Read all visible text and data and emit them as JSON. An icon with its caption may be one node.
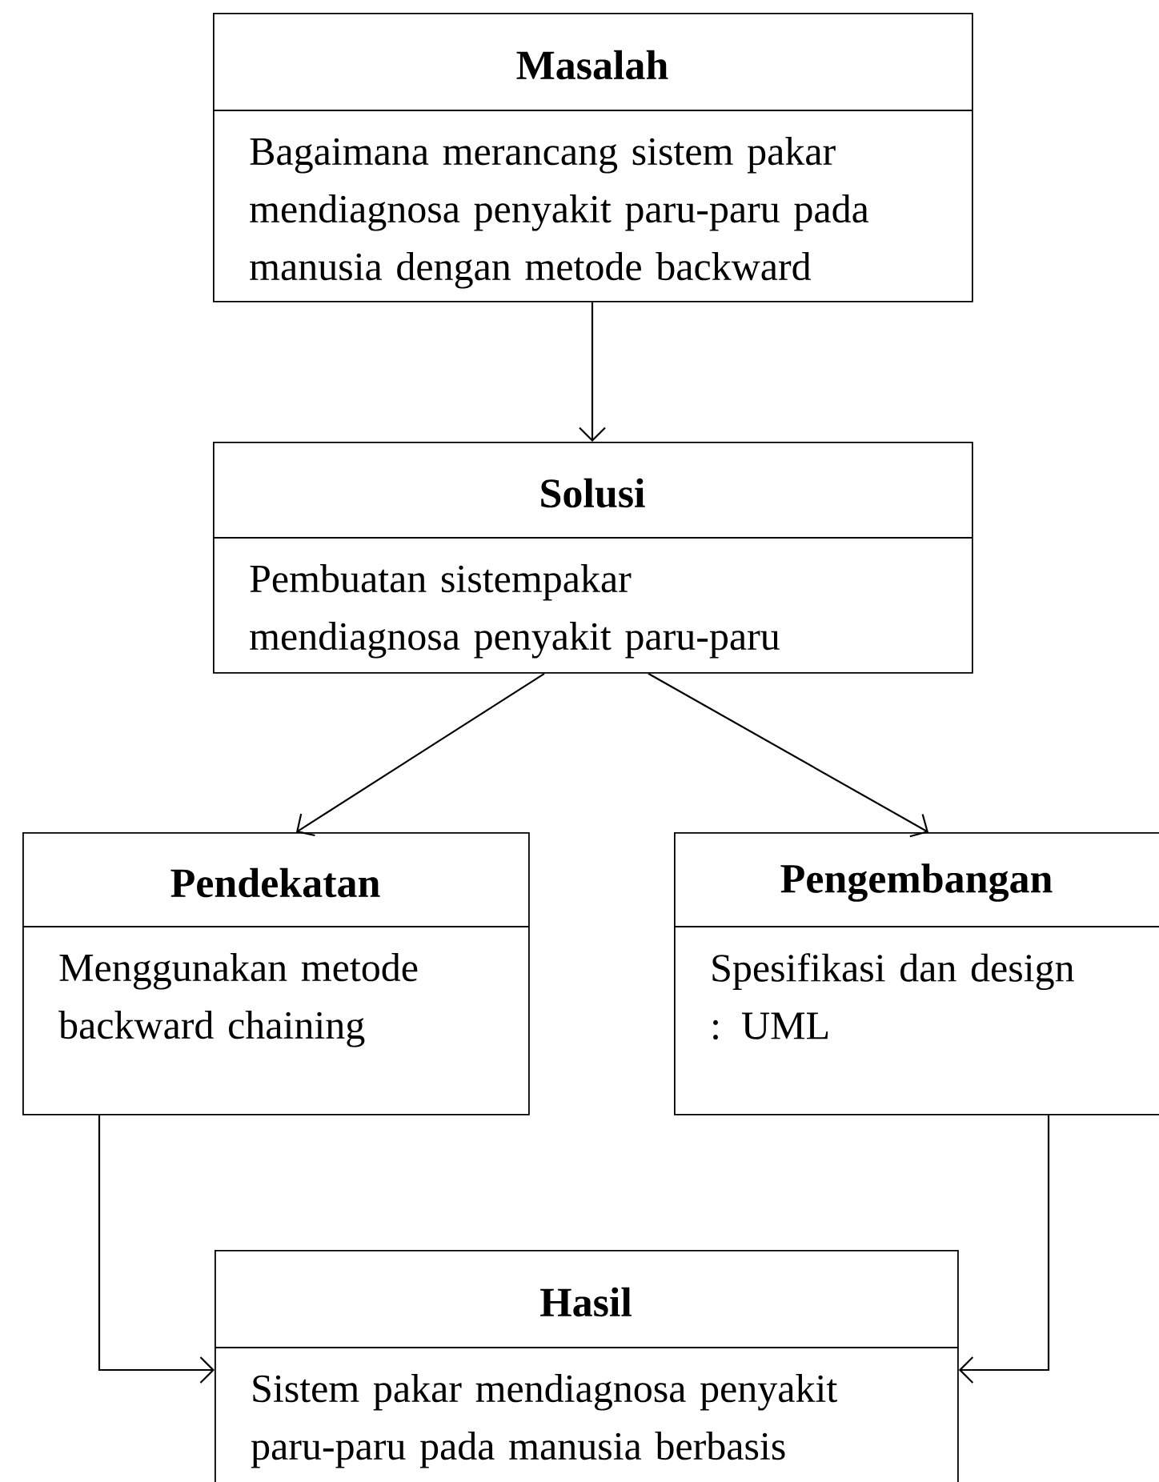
{
  "diagram": {
    "nodes": [
      {
        "text": [
          "Masalah",
          "Bagaimana merancang sistem pakar mendiagnosa penyakit paru-paru pada manusia dengan metode backward"
        ]
      },
      {
        "text": [
          "Solusi",
          "Pembuatan sistempakar mendiagnosa penyakit paru-paru"
        ]
      },
      {
        "text": [
          "Pendekatan",
          "Menggunakan metode backward chaining"
        ]
      },
      {
        "text": [
          "Pengembangan",
          "Spesifikasi dan design : UML"
        ]
      },
      {
        "text": [
          "Hasil",
          "Sistem pakar mendiagnosa penyakit paru-paru pada manusia berbasis"
        ]
      }
    ],
    "edges": [
      {
        "from": 0,
        "to": 1,
        "arrow": "to"
      },
      {
        "from": 1,
        "to": 2,
        "arrow": "to"
      },
      {
        "from": 1,
        "to": 3,
        "arrow": "to"
      },
      {
        "from": 2,
        "to": 4,
        "arrow": "to"
      },
      {
        "from": 3,
        "to": 4,
        "arrow": "to"
      }
    ]
  }
}
